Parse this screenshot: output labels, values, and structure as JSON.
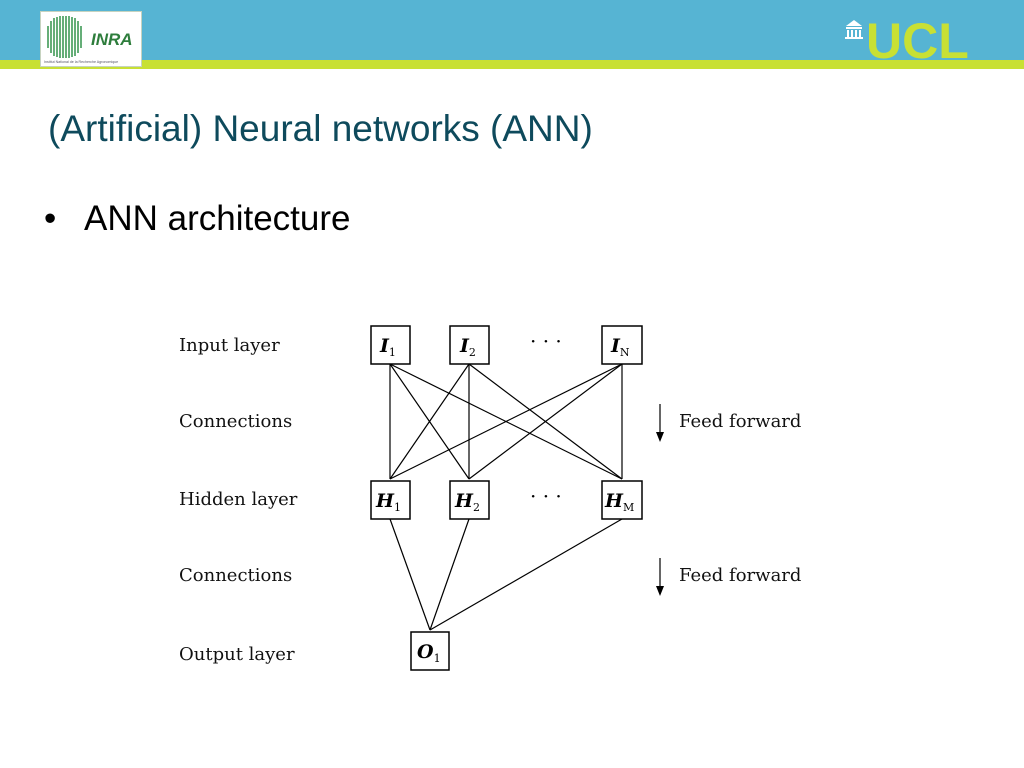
{
  "header": {
    "left_logo": {
      "text": "INRA",
      "icon": "inra-logo",
      "caption": "Institut National de la Recherche Agronomique"
    },
    "right_logo": {
      "text": "UCL",
      "icon": "ucl-portico-icon"
    },
    "colors": {
      "bar": "#56b4d3",
      "stripe": "#c8e034",
      "ucl": "#c8e034"
    }
  },
  "slide": {
    "title": "(Artificial) Neural networks (ANN)",
    "bullets": [
      {
        "marker": "•",
        "text": "ANN architecture"
      }
    ]
  },
  "diagram": {
    "layer_labels": [
      "Input layer",
      "Connections",
      "Hidden layer",
      "Connections",
      "Output layer"
    ],
    "flow_labels": [
      "Feed forward",
      "Feed forward"
    ],
    "ellipsis": "· · ·",
    "nodes": {
      "input": [
        {
          "letter": "I",
          "sub": "1"
        },
        {
          "letter": "I",
          "sub": "2"
        },
        {
          "letter": "I",
          "sub": "N"
        }
      ],
      "hidden": [
        {
          "letter": "H",
          "sub": "1"
        },
        {
          "letter": "H",
          "sub": "2"
        },
        {
          "letter": "H",
          "sub": "M"
        }
      ],
      "output": [
        {
          "letter": "O",
          "sub": "1"
        }
      ]
    }
  }
}
